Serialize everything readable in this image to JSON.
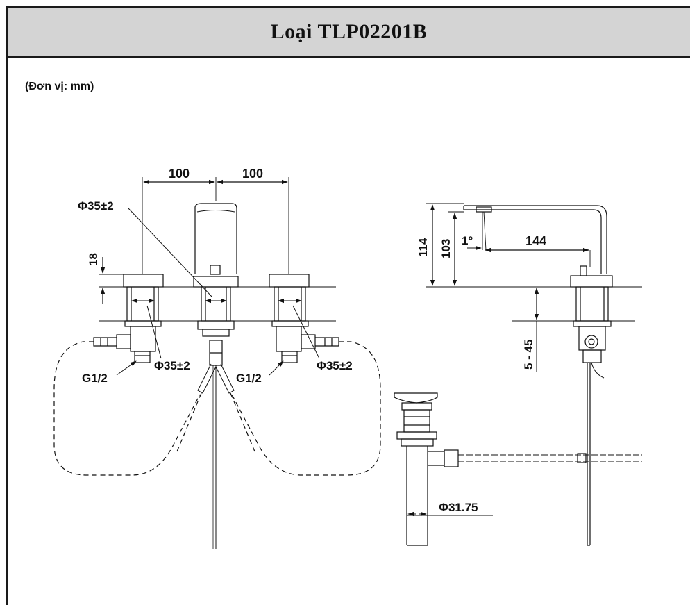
{
  "header": {
    "title": "Loại TLP02201B"
  },
  "unit_note": "(Đơn vị: mm)",
  "front_view": {
    "dim_left_spacing": "100",
    "dim_right_spacing": "100",
    "dim_hole_center": "Φ35±2",
    "dim_hole_left": "Φ35±2",
    "dim_hole_right": "Φ35±2",
    "dim_handle_height": "18",
    "thread_left": "G1/2",
    "thread_right": "G1/2"
  },
  "side_view": {
    "dim_total_height": "114",
    "dim_spout_height": "103",
    "dim_angle": "1°",
    "dim_spout_reach": "144",
    "dim_deck_thickness": "5 - 45"
  },
  "drain": {
    "dim_pipe_diameter": "Φ31.75"
  }
}
